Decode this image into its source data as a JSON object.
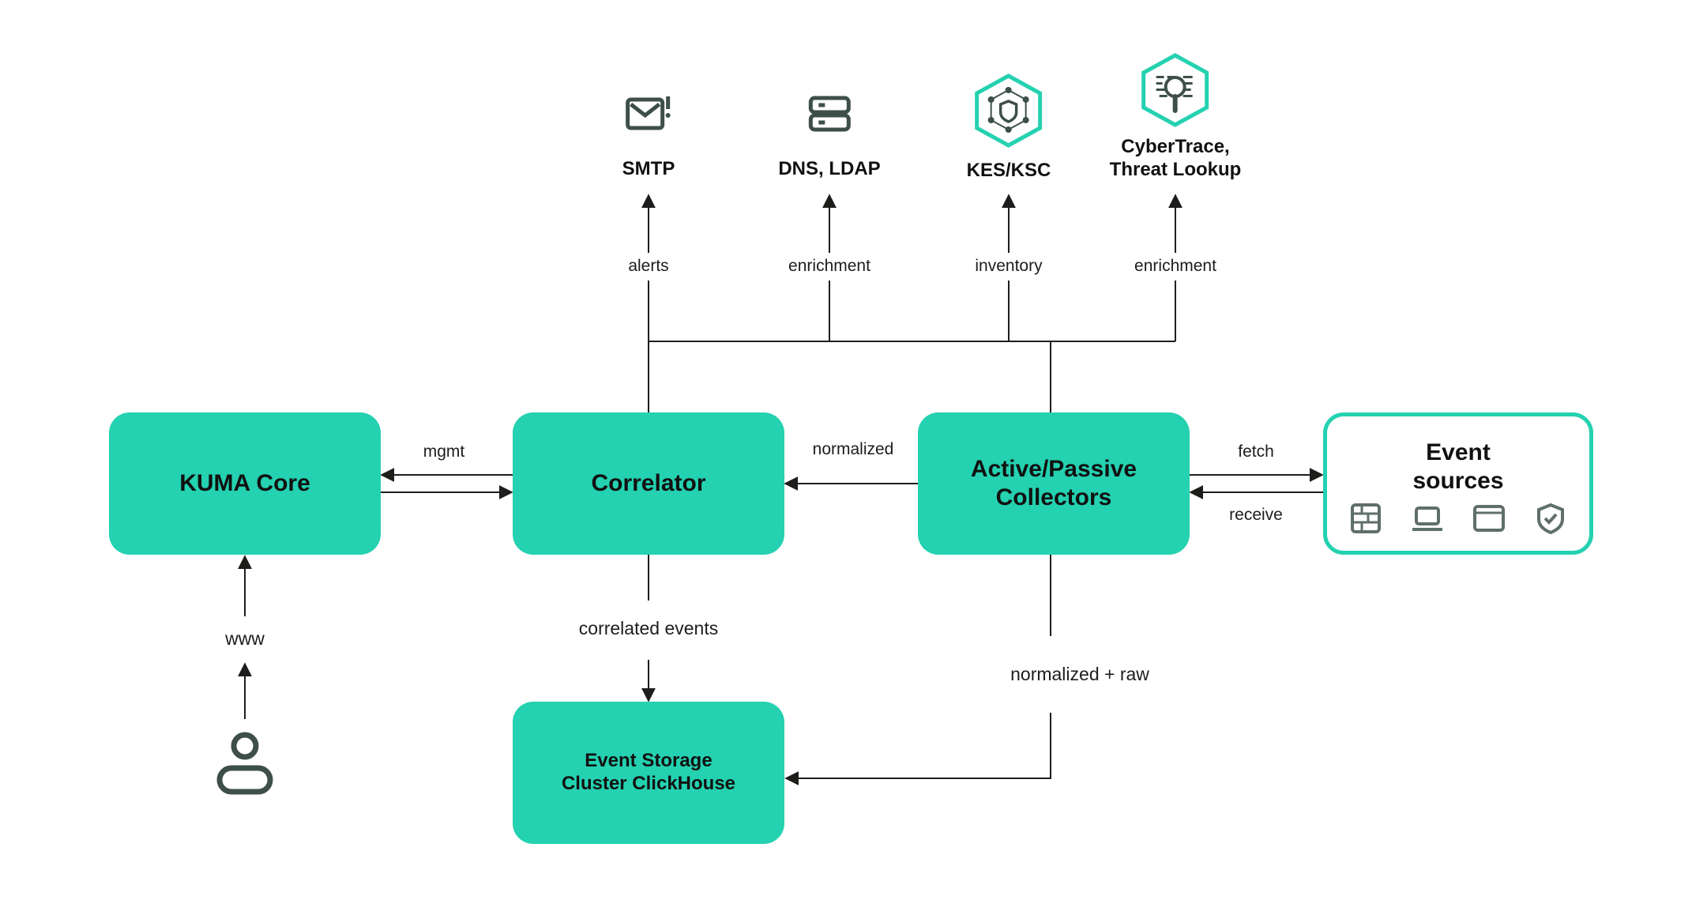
{
  "nodes": {
    "kuma_core": "KUMA Core",
    "correlator": "Correlator",
    "collectors": "Active/Passive\nCollectors",
    "event_sources": "Event\nsources",
    "event_storage": "Event Storage\nCluster ClickHouse"
  },
  "services": {
    "smtp": "SMTP",
    "dns_ldap": "DNS, LDAP",
    "kes_ksc": "KES/KSC",
    "cybertrace": "CyberTrace,\nThreat Lookup"
  },
  "edge_labels": {
    "alerts": "alerts",
    "enrichment_dns": "enrichment",
    "inventory": "inventory",
    "enrichment_ct": "enrichment",
    "mgmt": "mgmt",
    "normalized": "normalized",
    "fetch": "fetch",
    "receive": "receive",
    "www": "www",
    "correlated_events": "correlated events",
    "normalized_raw": "normalized + raw"
  },
  "icons": {
    "smtp": "mail-alert-icon",
    "dns_ldap": "server-icon",
    "kes_ksc": "shield-hexagon-icon",
    "cybertrace": "threat-lookup-icon",
    "user": "user-icon",
    "sources": [
      "firewall-icon",
      "laptop-icon",
      "window-icon",
      "shield-check-icon"
    ]
  },
  "colors": {
    "accent": "#24d1b0",
    "line": "#1d1d1b",
    "icon": "#3e4f4b"
  }
}
